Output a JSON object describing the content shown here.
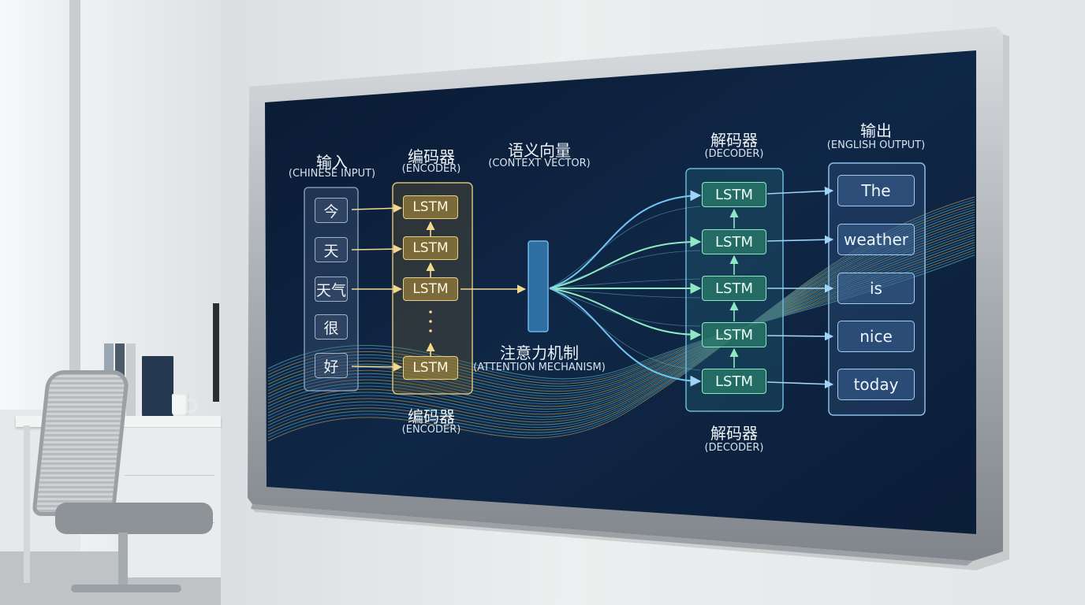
{
  "labels": {
    "input_zh": "输入",
    "input_en": "(CHINESE INPUT)",
    "encoder_zh": "编码器",
    "encoder_en": "(ENCODER)",
    "context_zh": "语义向量",
    "context_en": "(CONTEXT VECTOR)",
    "attention_zh": "注意力机制",
    "attention_en": "(ATTENTION MECHANISM)",
    "encoder_bottom_zh": "编码器",
    "encoder_bottom_en": "(ENCODER)",
    "decoder_zh": "解码器",
    "decoder_en": "(DECODER)",
    "decoder_bottom_zh": "解码器",
    "decoder_bottom_en": "(DECODER)",
    "output_zh": "输出",
    "output_en": "(ENGLISH OUTPUT)"
  },
  "input_tokens": [
    "今",
    "天",
    "天气",
    "很",
    "好"
  ],
  "encoder_cells": [
    "LSTM",
    "LSTM",
    "LSTM",
    "LSTM"
  ],
  "decoder_cells": [
    "LSTM",
    "LSTM",
    "LSTM",
    "LSTM",
    "LSTM"
  ],
  "output_tokens": [
    "The",
    "weather",
    "is",
    "nice",
    "today"
  ],
  "colors": {
    "board": "#0d1f3a",
    "encoder_accent": "#e9cf86",
    "decoder_accent": "#8fe8c4",
    "context_vector": "#3f86c2",
    "arrow_in": "#f2d98e",
    "arrow_out": "#9fd3f7"
  }
}
